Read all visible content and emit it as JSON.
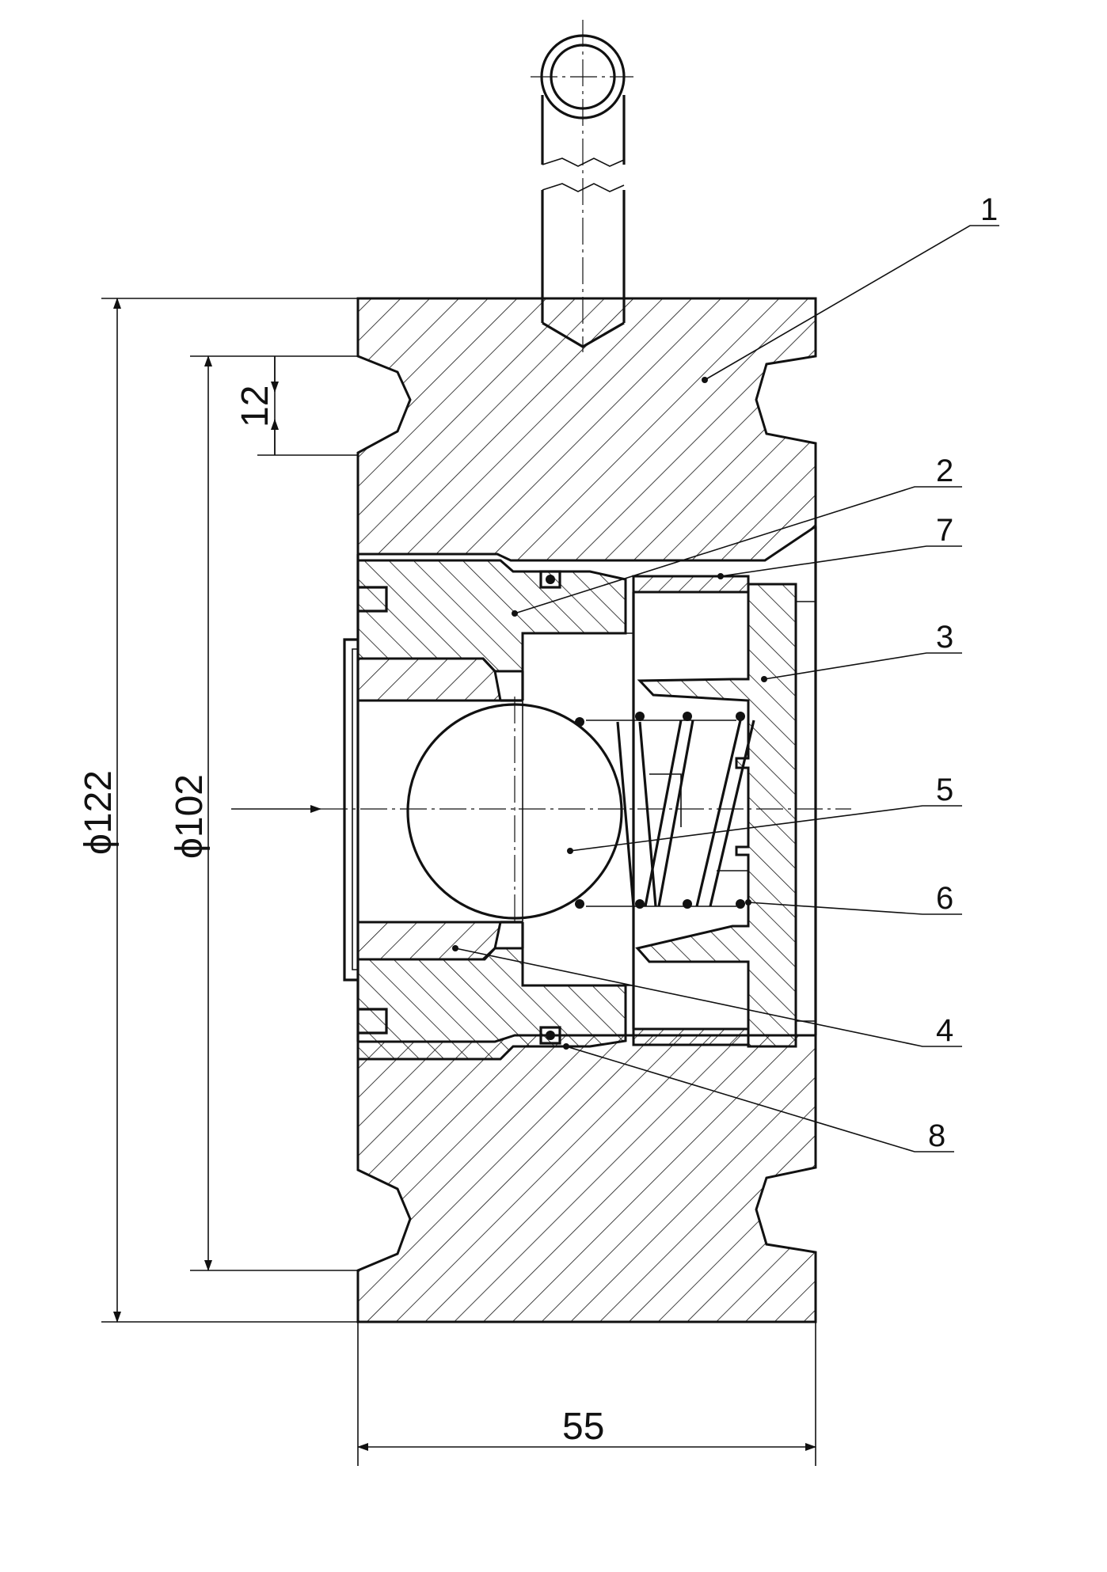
{
  "callouts": [
    "1",
    "2",
    "3",
    "4",
    "5",
    "6",
    "7",
    "8"
  ],
  "dimensions": {
    "outer_diameter": "ϕ122",
    "inner_diameter": "ϕ102",
    "groove_depth": "12",
    "width": "55"
  },
  "colors": {
    "line": "#111111",
    "background": "#ffffff"
  }
}
